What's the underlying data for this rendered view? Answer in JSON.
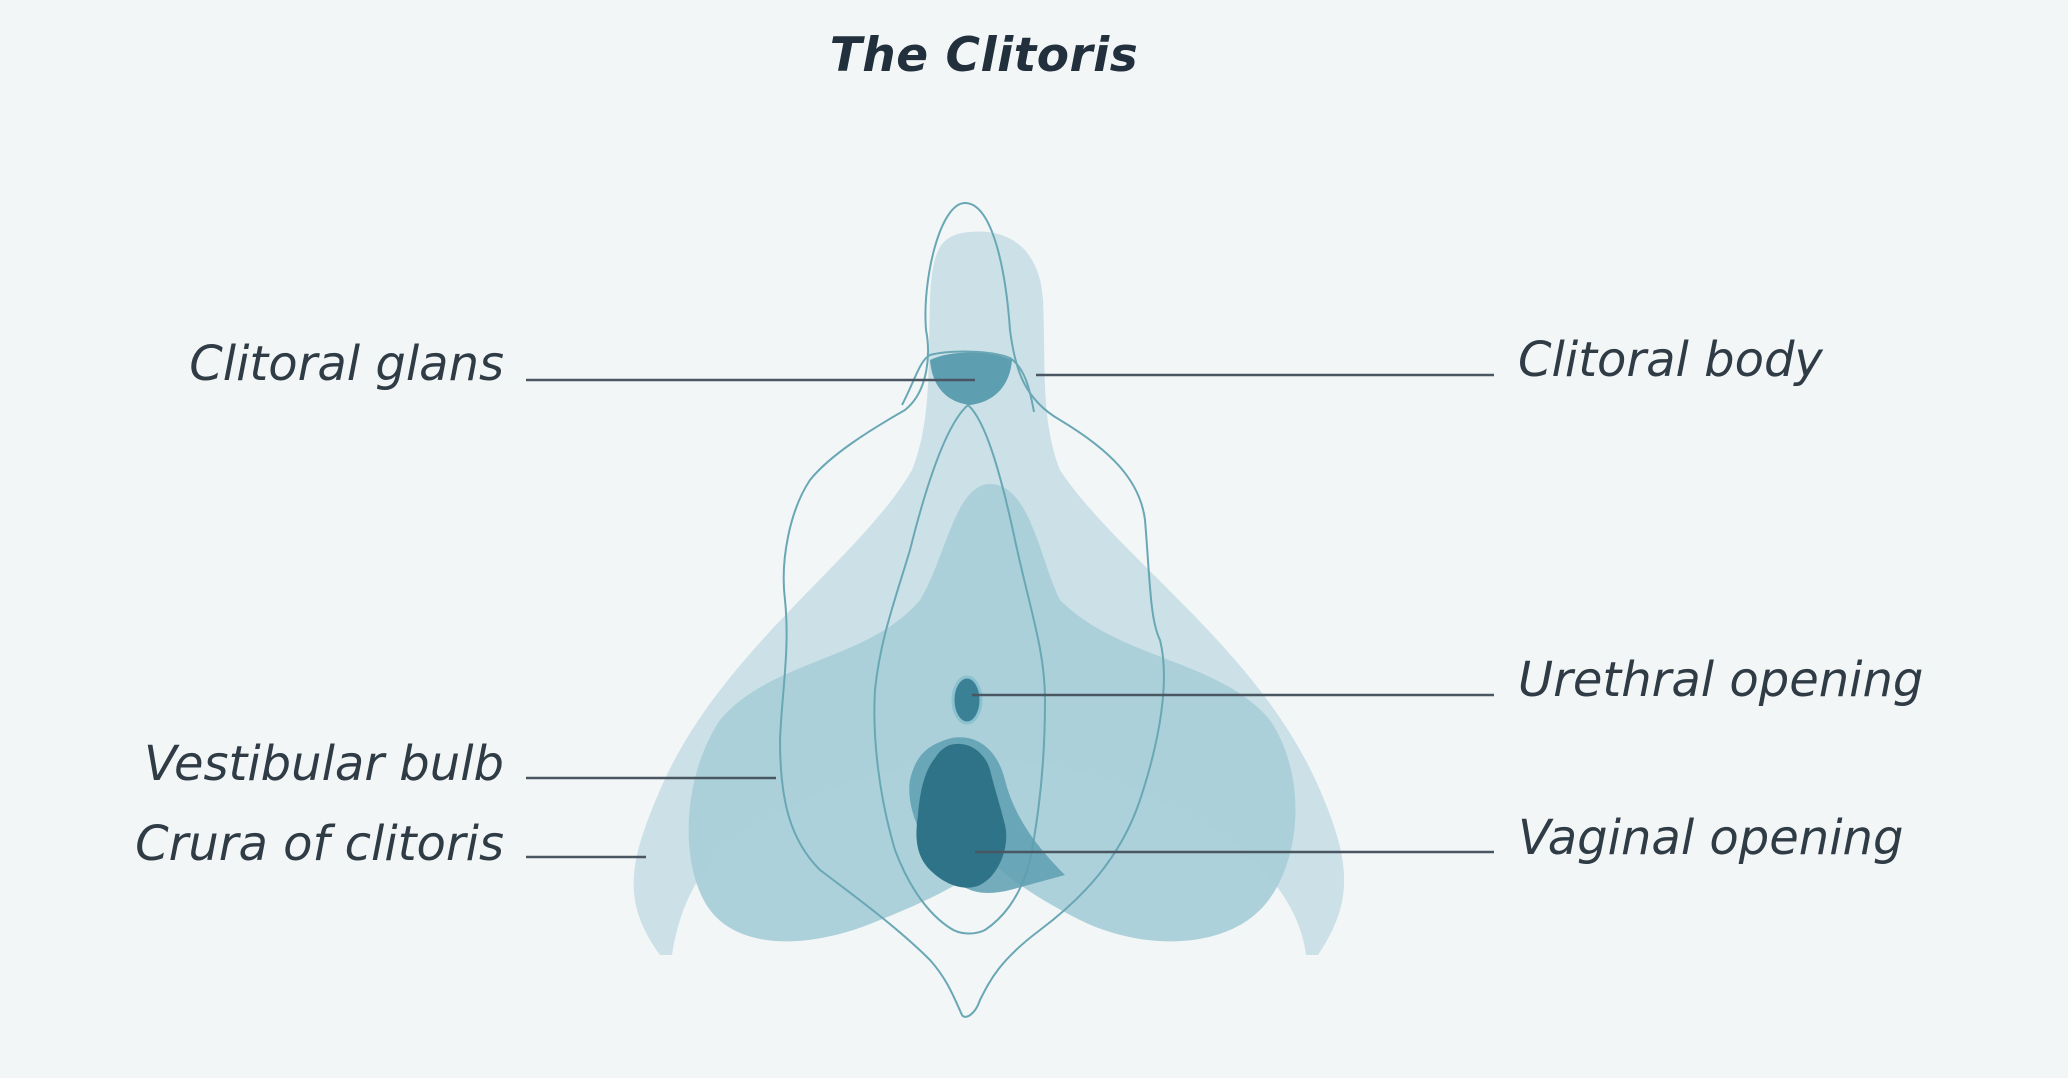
{
  "title": "The Clitoris",
  "labels": {
    "clitoral_glans": "Clitoral glans",
    "clitoral_body": "Clitoral body",
    "urethral_opening": "Urethral opening",
    "vestibular_bulb": "Vestibular bulb",
    "crura_of_clitoris": "Crura of clitoris",
    "vaginal_opening": "Vaginal opening"
  },
  "colors": {
    "background": "#f3f6f7",
    "crura_fill": "#c9dfe6",
    "bulb_fill": "#a9cfd9",
    "outline_stroke": "#6aa7b5",
    "glans_fill": "#5d9fb0",
    "opening_fill": "#3b8196",
    "vaginal_dark": "#2f7389",
    "text": "#2f3b45"
  }
}
